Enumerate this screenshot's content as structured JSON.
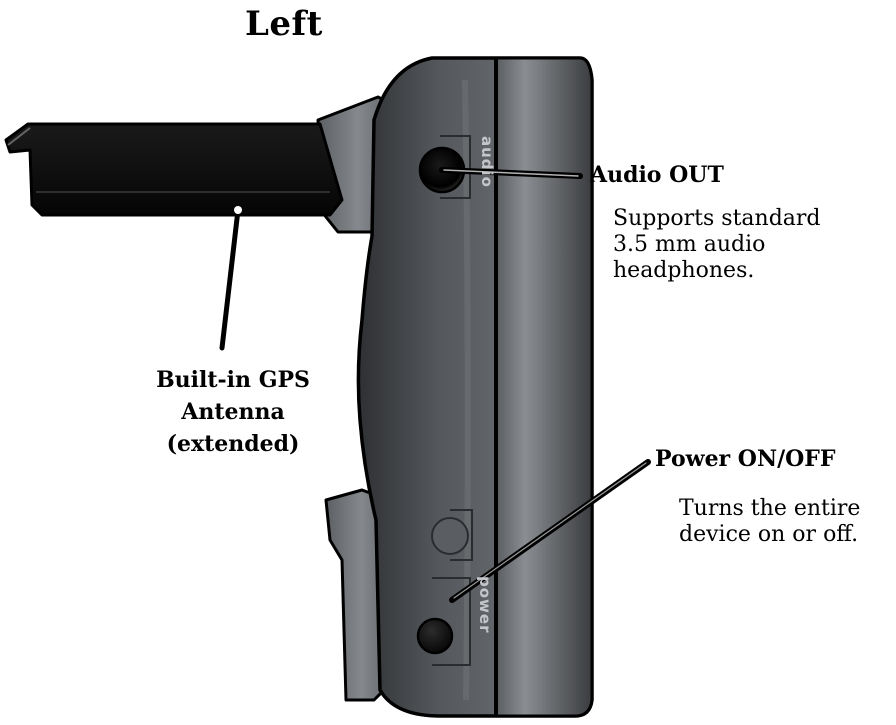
{
  "title": "Left",
  "callouts": {
    "audio_out": {
      "title": "Audio OUT",
      "description": "Supports standard\n3.5 mm audio\nheadphones."
    },
    "power": {
      "title": "Power ON/OFF",
      "description": "Turns the entire\ndevice on or off."
    },
    "gps": {
      "label": "Built-in GPS Antenna (extended)"
    }
  },
  "device_labels": {
    "audio": "audio",
    "power": "power"
  },
  "colors": {
    "body_dark": "#3c3e41",
    "body_mid": "#6e7175",
    "body_light": "#8c8f93",
    "antenna": "#0a0a0a",
    "outline": "#000000"
  }
}
